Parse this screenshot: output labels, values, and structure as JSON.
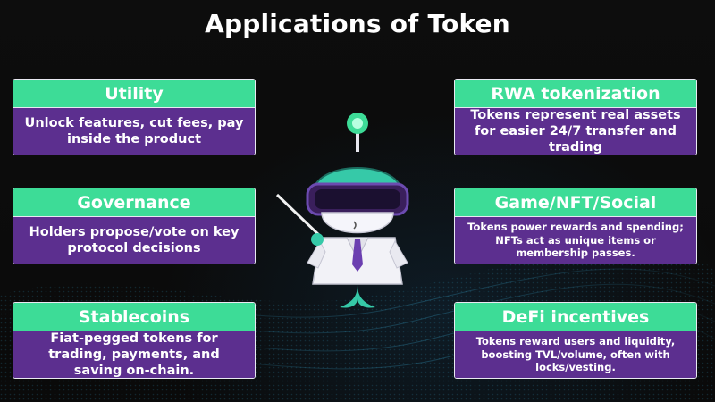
{
  "title": "Applications of Token",
  "cards": [
    {
      "heading": "Utility",
      "text": "Unlock features, cut fees, pay inside the product"
    },
    {
      "heading": "Governance",
      "text": "Holders propose/vote on key protocol decisions"
    },
    {
      "heading": "Stablecoins",
      "text": "Fiat-pegged tokens for trading, payments, and saving on-chain."
    },
    {
      "heading": "RWA tokenization",
      "text": "Tokens represent real assets for easier 24/7 transfer and trading"
    },
    {
      "heading": "Game/NFT/Social",
      "text": "Tokens power rewards and spending; NFTs act as unique items or membership passes."
    },
    {
      "heading": "DeFi incentives",
      "text": "Tokens reward users and liquidity, boosting TVL/volume, often with locks/vesting."
    }
  ],
  "colors": {
    "header": "#3ddc97",
    "body": "#5c2f8f",
    "background": "#0b0b0b"
  },
  "icons": [
    "robot-mascot-icon",
    "pointer-stick-icon",
    "antenna-icon"
  ]
}
